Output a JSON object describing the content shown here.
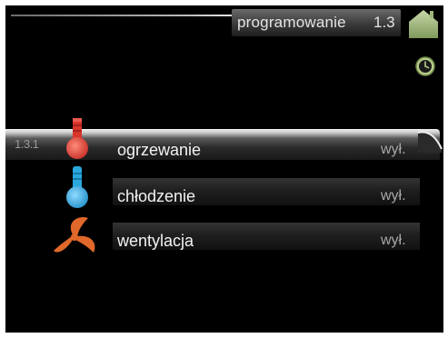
{
  "header": {
    "title": "programowanie",
    "code": "1.3",
    "home_icon": "home-icon",
    "clock_icon": "clock-icon"
  },
  "menu": {
    "selected_code": "1.3.1",
    "items": [
      {
        "label": "ogrzewanie",
        "value": "wył.",
        "icon": "thermometer-hot-icon",
        "selected": true
      },
      {
        "label": "chłodzenie",
        "value": "wył.",
        "icon": "thermometer-cold-icon",
        "selected": false
      },
      {
        "label": "wentylacja",
        "value": "wył.",
        "icon": "fan-icon",
        "selected": false
      }
    ]
  },
  "colors": {
    "background": "#000000",
    "text": "#f2f2f2",
    "value_text": "#a8a8a8",
    "heat_icon": "#d9342b",
    "cool_icon": "#29a8e0",
    "fan_icon": "#e0682a",
    "home_icon": "#9fb87a"
  }
}
